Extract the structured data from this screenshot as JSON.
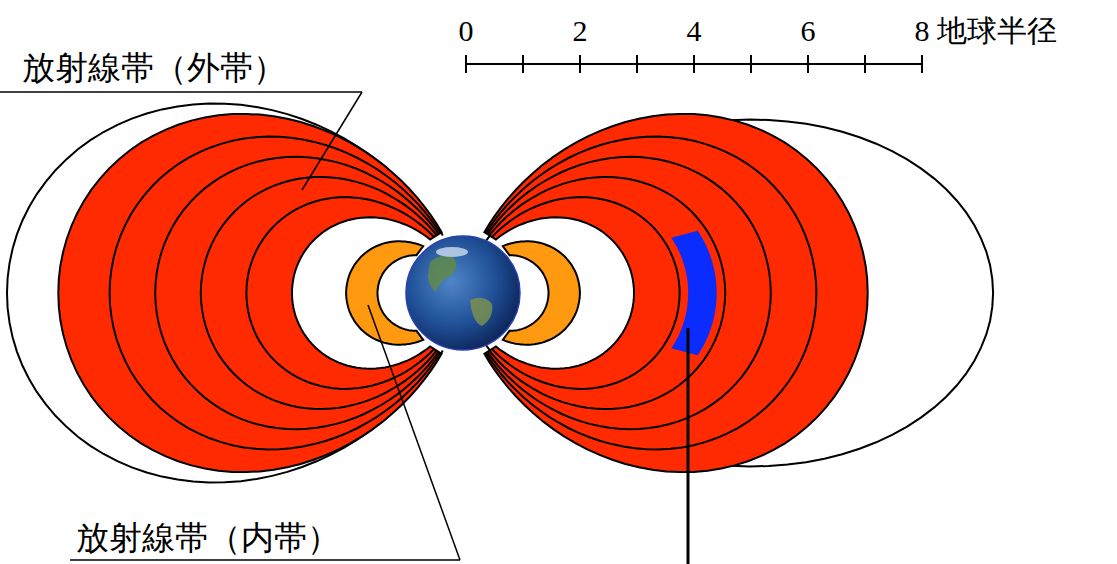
{
  "diagram": {
    "labels": [
      "放射線帯（外帯）",
      "0",
      "2",
      "4",
      "6",
      "8",
      "地球半径",
      "放射線帯（内帯）"
    ]
  }
}
